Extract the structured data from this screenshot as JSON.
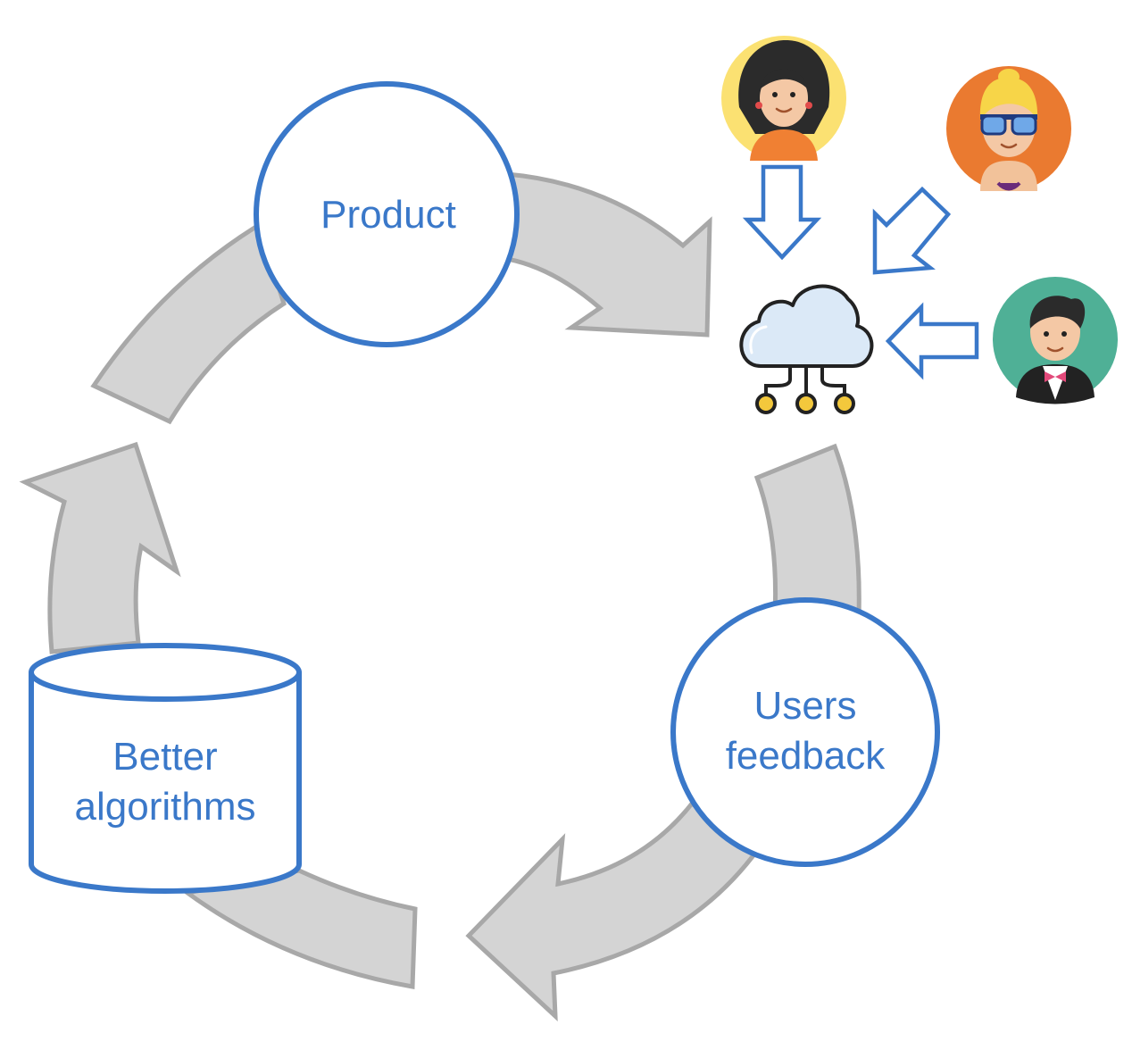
{
  "diagram": {
    "nodes": {
      "product": "Product",
      "users_feedback_line1": "Users",
      "users_feedback_line2": "feedback",
      "better_algorithms_line1": "Better",
      "better_algorithms_line2": "algorithms"
    },
    "icons": [
      "woman-avatar-icon",
      "woman-sunglasses-avatar-icon",
      "man-tuxedo-avatar-icon",
      "cloud-network-icon"
    ],
    "colors": {
      "accent": "#3a78c9",
      "cycle_arrow_fill": "#d4d4d4",
      "cycle_arrow_stroke": "#a8a8a8"
    }
  }
}
